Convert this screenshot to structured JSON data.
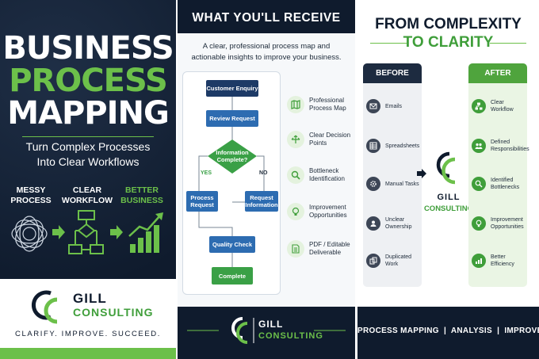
{
  "colors": {
    "navy": "#0f1b2d",
    "green": "#6cc04a",
    "dark_green": "#3f9e3a",
    "blue": "#2d6cb1"
  },
  "panel1": {
    "title_line1": "BUSINESS",
    "title_line2": "PROCESS",
    "title_line3": "MAPPING",
    "subtitle_line1": "Turn Complex Processes",
    "subtitle_line2": "Into Clear Workflows",
    "stages": [
      {
        "line1": "MESSY",
        "line2": "PROCESS",
        "icon": "tangle-icon"
      },
      {
        "line1": "CLEAR",
        "line2": "WORKFLOW",
        "icon": "flowchart-icon"
      },
      {
        "line1": "BETTER",
        "line2": "BUSINESS",
        "icon": "growth-chart-icon"
      }
    ],
    "logo_gill": "GILL",
    "logo_consulting": "CONSULTING",
    "tagline": "CLARIFY. IMPROVE. SUCCEED."
  },
  "panel2": {
    "header": "WHAT YOU'LL RECEIVE",
    "intro_line1": "A clear, professional process map and",
    "intro_line2": "actionable insights to improve your business.",
    "flow": {
      "customer_enquiry": "Customer Enquiry",
      "review_request": "Review Request",
      "decision_line1": "Information",
      "decision_line2": "Complete?",
      "yes": "YES",
      "no": "NO",
      "process_line1": "Process",
      "process_line2": "Request",
      "info_line1": "Request",
      "info_line2": "Information",
      "quality_check": "Quality Check",
      "complete": "Complete"
    },
    "deliverables": [
      {
        "line1": "Professional",
        "line2": "Process Map",
        "icon": "map-icon"
      },
      {
        "line1": "Clear Decision",
        "line2": "Points",
        "icon": "decision-icon"
      },
      {
        "line1": "Bottleneck",
        "line2": "Identification",
        "icon": "magnifier-icon"
      },
      {
        "line1": "Improvement",
        "line2": "Opportunities",
        "icon": "lightbulb-icon"
      },
      {
        "line1": "PDF / Editable",
        "line2": "Deliverable",
        "icon": "document-icon"
      }
    ],
    "logo_gill": "GILL",
    "logo_consulting": "CONSULTING"
  },
  "panel3": {
    "title_line1": "FROM COMPLEXITY",
    "title_line2": "TO CLARITY",
    "before_label": "BEFORE",
    "after_label": "AFTER",
    "before_items": [
      {
        "line1": "Emails",
        "line2": "",
        "icon": "mail-icon"
      },
      {
        "line1": "Spreadsheets",
        "line2": "",
        "icon": "spreadsheet-icon"
      },
      {
        "line1": "Manual Tasks",
        "line2": "",
        "icon": "gear-icon"
      },
      {
        "line1": "Unclear",
        "line2": "Ownership",
        "icon": "person-icon"
      },
      {
        "line1": "Duplicated",
        "line2": "Work",
        "icon": "duplicate-icon"
      }
    ],
    "after_items": [
      {
        "line1": "Clear",
        "line2": "Workflow",
        "icon": "workflow-icon"
      },
      {
        "line1": "Defined",
        "line2": "Responsibilities",
        "icon": "team-icon"
      },
      {
        "line1": "Identified",
        "line2": "Bottlenecks",
        "icon": "magnifier-icon"
      },
      {
        "line1": "Improvement",
        "line2": "Opportunities",
        "icon": "lightbulb-icon"
      },
      {
        "line1": "Better",
        "line2": "Efficiency",
        "icon": "chart-icon"
      }
    ],
    "logo_gill": "GILL",
    "logo_consulting": "CONSULTING",
    "footer": "PROCESS MAPPING  |  ANALYSIS  |  IMPROVEMENT"
  }
}
